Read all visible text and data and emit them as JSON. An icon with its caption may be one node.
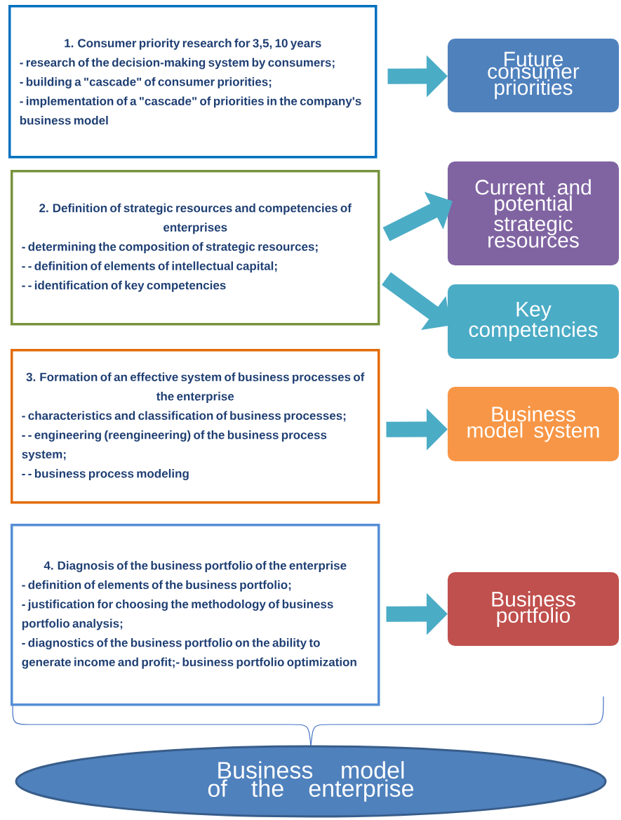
{
  "diagram": {
    "nodes": [
      {
        "text": [
          "1. Consumer priority research for 3,5, 10 years",
          "- research of the decision-making system by consumers;",
          "- building a \"cascade\" of consumer priorities;",
          "- implementation of a \"cascade\" of priorities in the company's business model"
        ]
      },
      {
        "text": [
          "2. Definition of strategic resources and competencies of enterprises",
          "- determining the composition of strategic resources;",
          "- - definition of elements of intellectual capital;",
          "- - identification of key competencies"
        ]
      },
      {
        "text": [
          "3. Formation of an effective system of business processes of the enterprise",
          "- characteristics and classification of business processes;",
          "- - engineering (reengineering) of the business process system;",
          "- - business process modeling"
        ]
      },
      {
        "text": [
          "4. Diagnosis of the business portfolio of the enterprise",
          "- definition of elements of the business portfolio;",
          "- justification for choosing the methodology of business portfolio analysis;",
          "- diagnostics of the business portfolio on the ability to generate income and profit;- business portfolio optimization"
        ]
      },
      {
        "text": [
          "Future consumer priorities"
        ]
      },
      {
        "text": [
          "Current and potential strategic resources"
        ]
      },
      {
        "text": [
          "Key competencies"
        ]
      },
      {
        "text": [
          "Business model system"
        ]
      },
      {
        "text": [
          "Business portfolio"
        ]
      },
      {
        "text": [
          "Business model of the enterprise"
        ]
      }
    ],
    "edges": [
      {
        "from": 0,
        "to": 4,
        "arrow": "to"
      },
      {
        "from": 1,
        "to": 5,
        "arrow": "to"
      },
      {
        "from": 1,
        "to": 6,
        "arrow": "to"
      },
      {
        "from": 2,
        "to": 7,
        "arrow": "to"
      },
      {
        "from": 3,
        "to": 8,
        "arrow": "to"
      }
    ]
  }
}
